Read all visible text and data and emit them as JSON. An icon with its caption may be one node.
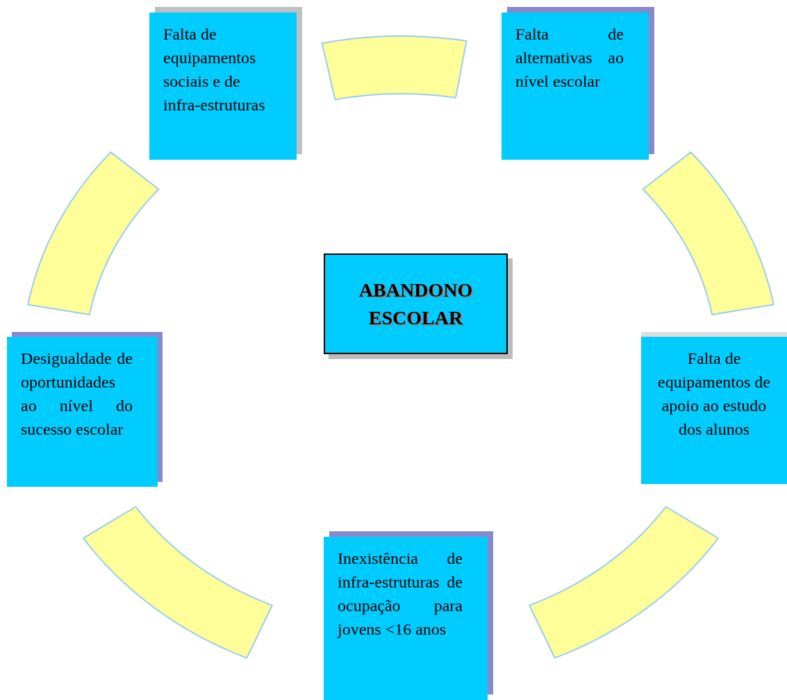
{
  "diagram": {
    "nodes": [
      {
        "text": [
          "Falta de equipamentos sociais e de infra-estruturas"
        ]
      },
      {
        "text": [
          "Falta de alternativas ao nível escolar"
        ]
      },
      {
        "text": [
          "ABANDONO ESCOLAR"
        ]
      },
      {
        "text": [
          "Desigualdade de oportunidades ao nível do sucesso escolar"
        ]
      },
      {
        "text": [
          "Falta de equipamentos de apoio ao estudo dos alunos"
        ]
      },
      {
        "text": [
          "Inexistência de infra-estruturas de ocupação para jovens <16 anos"
        ]
      },
      {
        "text": [],
        "shape": "band"
      },
      {
        "text": [],
        "shape": "band"
      },
      {
        "text": [],
        "shape": "band"
      },
      {
        "text": [],
        "shape": "band"
      },
      {
        "text": [],
        "shape": "band"
      }
    ]
  }
}
